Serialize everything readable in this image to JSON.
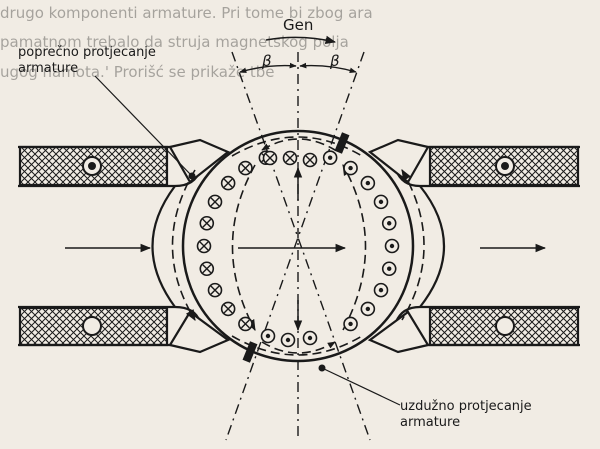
{
  "top_text": {
    "line1": "drugo komponenti armature. Pri tome bi zbog ara",
    "line2": "pamatnom trebalo da struja magnetskog polja",
    "line3": "ugog namota.' Prorišć se prikaže tbe"
  },
  "labels": {
    "gen": "Gen",
    "beta_left": "β",
    "beta_right": "β",
    "transverse_1": "poprečno protjecanje",
    "transverse_2": "armature",
    "longitudinal_1": "uzdužno protjecanje",
    "longitudinal_2": "armature"
  },
  "symbols": {
    "dot": "dot-in-circle",
    "cross": "cross-in-circle",
    "hatch": "crosshatch"
  }
}
